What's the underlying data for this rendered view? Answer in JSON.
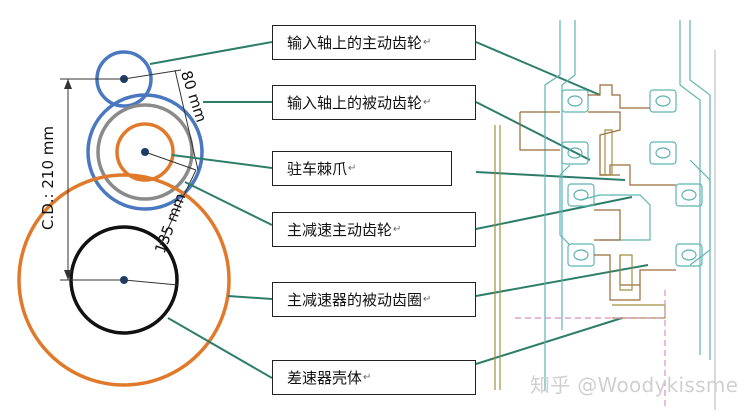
{
  "labels": [
    {
      "text": "输入轴上的主动齿轮"
    },
    {
      "text": "输入轴上的被动齿轮"
    },
    {
      "text": "驻车棘爪"
    },
    {
      "text": "主减速主动齿轮"
    },
    {
      "text": "主减速器的被动齿圈"
    },
    {
      "text": "差速器壳体"
    }
  ],
  "paragraph_mark": "↵",
  "dimensions": {
    "center_distance": "C.D.: 210 mm",
    "small_gap": "80 mm",
    "large_gap": "135 mm"
  },
  "watermark": "知乎 @Woodykissme",
  "colors": {
    "blue": "#4a78c0",
    "orange": "#e07a2a",
    "gray": "#8a8a8a",
    "black": "#111111",
    "leader": "#2e7d6a",
    "drawing_teal": "#5fb3b3",
    "drawing_brown": "#9a6a3a",
    "drawing_olive": "#a09040",
    "drawing_pink": "#d890c0"
  }
}
